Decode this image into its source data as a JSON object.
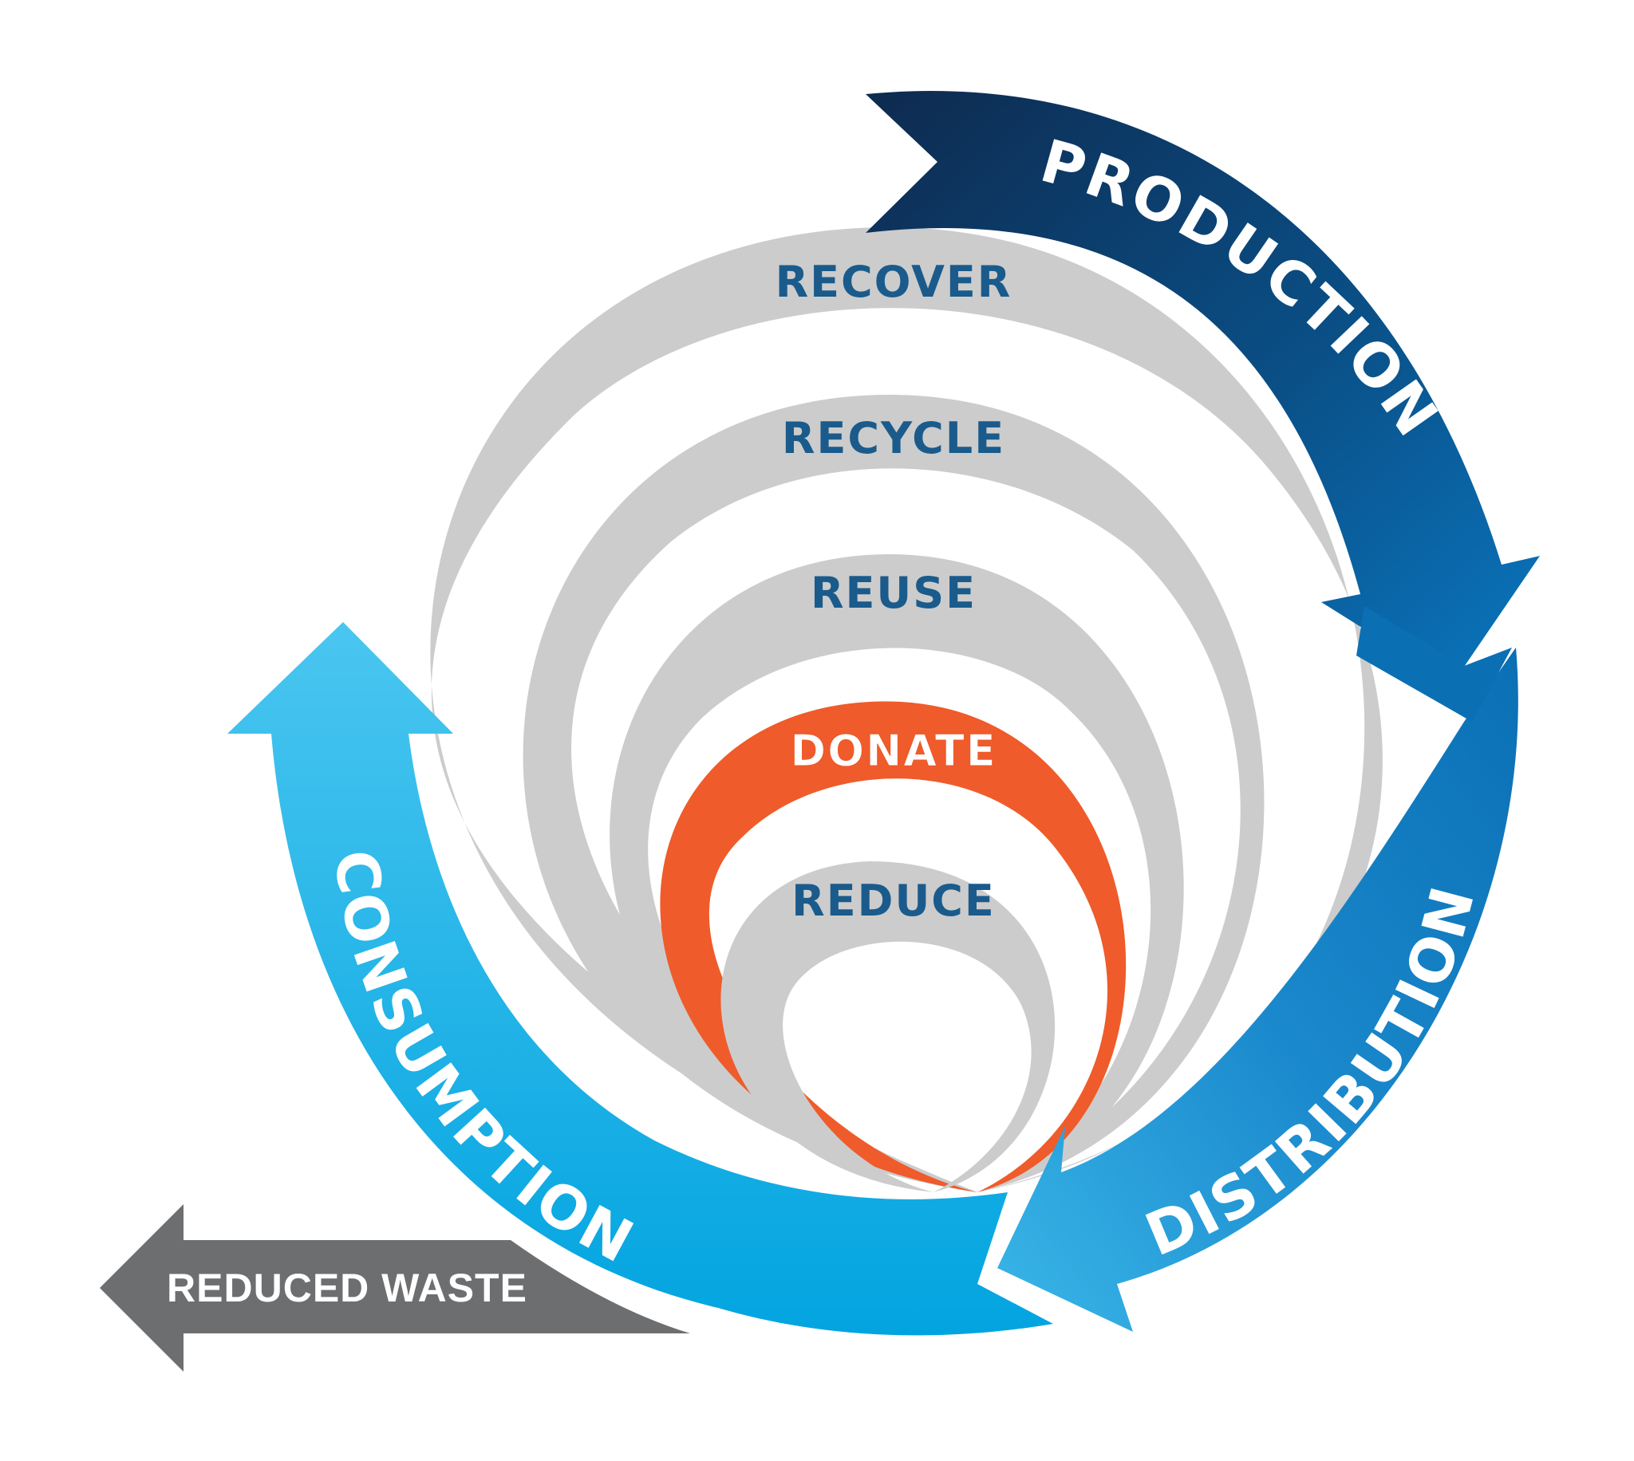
{
  "cycle": {
    "production": "PRODUCTION",
    "distribution": "DISTRIBUTION",
    "consumption": "CONSUMPTION"
  },
  "rings": [
    {
      "label": "RECOVER"
    },
    {
      "label": "RECYCLE"
    },
    {
      "label": "REUSE"
    },
    {
      "label": "DONATE"
    },
    {
      "label": "REDUCE"
    }
  ],
  "output": {
    "label": "REDUCED WASTE"
  },
  "colors": {
    "production": "#0e2d53",
    "distribution": "#0b6fb4",
    "consumption": "#0aa3dd",
    "ring_gray": "#cccccc",
    "ring_text": "#1a5b8c",
    "donate": "#ef5b2a",
    "waste_arrow": "#6d6e70"
  }
}
